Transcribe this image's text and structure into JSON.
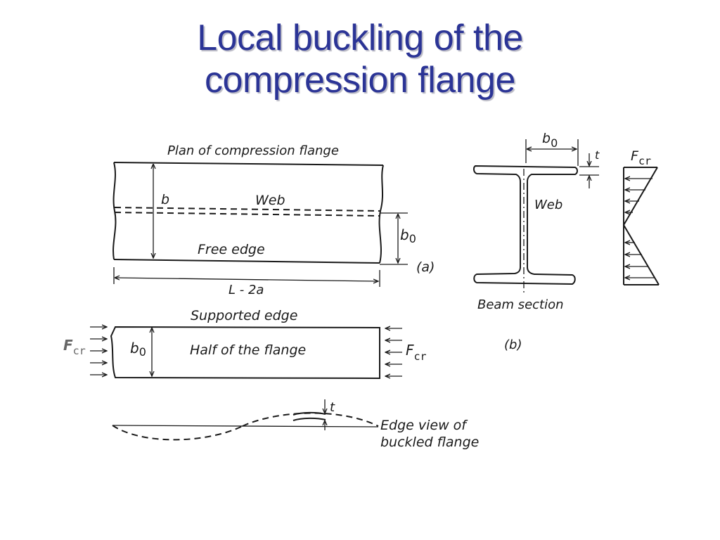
{
  "title": {
    "line1": "Local buckling of the",
    "line2": "compression flange"
  },
  "figure_a": {
    "plan_label": "Plan of compression flange",
    "b_label": "b",
    "web_label": "Web",
    "b0_label": "b",
    "b0_sub": "0",
    "free_edge_label": "Free edge",
    "part_label": "(a)",
    "length_label": "L - 2a"
  },
  "half_flange": {
    "supported_edge_label": "Supported edge",
    "half_label": "Half of the flange",
    "b0_label": "b",
    "b0_sub": "0",
    "fcr_left": "F",
    "fcr_left_sub": "cr",
    "fcr_right": "F",
    "fcr_right_sub": "cr"
  },
  "edge_view": {
    "t_label": "t",
    "caption_line1": "Edge view of",
    "caption_line2": "buckled flange"
  },
  "figure_b": {
    "b0_label": "b",
    "b0_sub": "0",
    "t_label": "t",
    "web_label": "Web",
    "beam_section_label": "Beam section",
    "fcr_label": "F",
    "fcr_sub": "cr",
    "part_label": "(b)"
  }
}
